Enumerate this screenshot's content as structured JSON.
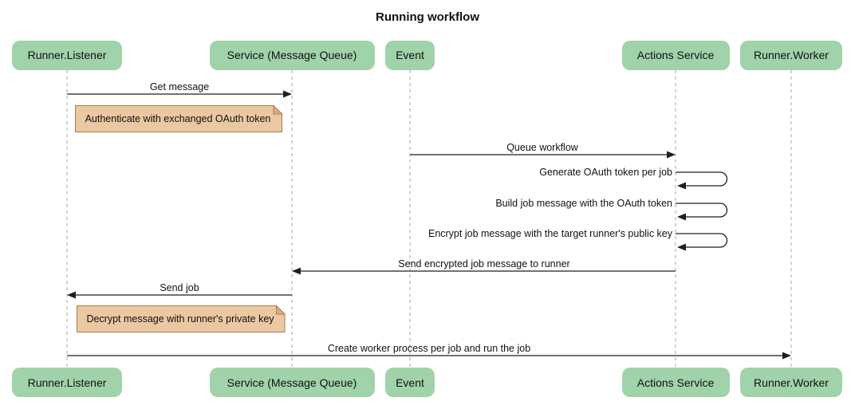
{
  "title": "Running workflow",
  "diagram_type": "sequence",
  "participants": [
    "Runner.Listener",
    "Service (Message Queue)",
    "Event",
    "Actions Service",
    "Runner.Worker"
  ],
  "messages": [
    {
      "from": "Runner.Listener",
      "to": "Service (Message Queue)",
      "label": "Get message",
      "style": "solid-arrow"
    },
    {
      "from": "Event",
      "to": "Actions Service",
      "label": "Queue workflow",
      "style": "solid-arrow"
    },
    {
      "from": "Actions Service",
      "to": "Actions Service",
      "label": "Generate OAuth token per job",
      "style": "self-loop"
    },
    {
      "from": "Actions Service",
      "to": "Actions Service",
      "label": "Build job message with the OAuth token",
      "style": "self-loop"
    },
    {
      "from": "Actions Service",
      "to": "Actions Service",
      "label": "Encrypt job message with the target runner's public key",
      "style": "self-loop"
    },
    {
      "from": "Actions Service",
      "to": "Service (Message Queue)",
      "label": "Send encrypted job message to runner",
      "style": "solid-arrow"
    },
    {
      "from": "Service (Message Queue)",
      "to": "Runner.Listener",
      "label": "Send job",
      "style": "solid-arrow"
    },
    {
      "from": "Runner.Listener",
      "to": "Runner.Worker",
      "label": "Create worker process per job and run the job",
      "style": "solid-arrow"
    }
  ],
  "notes": [
    {
      "over": "Runner.Listener",
      "text": "Authenticate with exchanged OAuth token"
    },
    {
      "over": "Runner.Listener",
      "text": "Decrypt message with runner's private key"
    }
  ],
  "colors": {
    "background": "#ffffff",
    "actor_fill": "#a0d3aa",
    "note_fill": "#eac8a2",
    "note_fold": "#d9ae7e",
    "note_border": "#aa7d4c",
    "line": "#1f1f1f",
    "lifeline": "#a6a6a6",
    "text": "#111111"
  }
}
